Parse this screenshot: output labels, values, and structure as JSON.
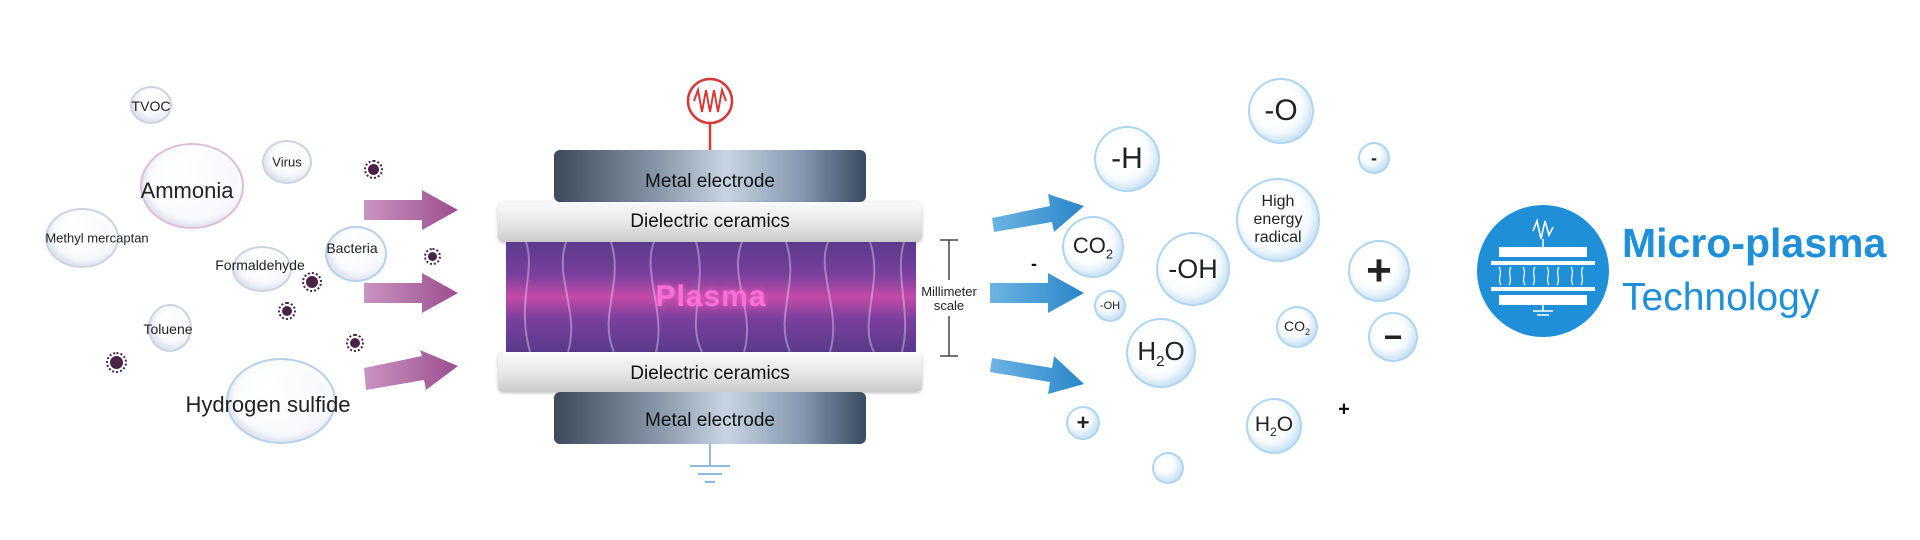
{
  "pollutants": {
    "tvoc": "TVOC",
    "virus": "Virus",
    "ammonia": "Ammonia",
    "methyl_mercaptan": "Methyl mercaptan",
    "bacteria": "Bacteria",
    "formaldehyde": "Formaldehyde",
    "toluene": "Toluene",
    "hydrogen_sulfide": "Hydrogen sulfide"
  },
  "reactor": {
    "top_electrode": "Metal electrode",
    "top_ceramic": "Dielectric ceramics",
    "plasma": "Plasma",
    "bottom_ceramic": "Dielectric ceramics",
    "bottom_electrode": "Metal electrode",
    "scale_line1": "Millimeter",
    "scale_line2": "scale"
  },
  "products": {
    "o": "-O",
    "h": "-H",
    "co2_large": "CO",
    "co2_large_sub": "2",
    "oh_large": "-OH",
    "oh_small": "-OH",
    "h2o_large": "H",
    "h2o_large_sub": "2",
    "h2o_large_tail": "O",
    "high_energy_line1": "High energy",
    "high_energy_line2": "radical",
    "co2_small": "CO",
    "co2_small_sub": "2",
    "h2o_small": "H",
    "h2o_small_sub": "2",
    "h2o_small_tail": "O",
    "plus_large": "+",
    "minus_large": "−",
    "minus_small_1": "-",
    "minus_small_2": "-",
    "plus_small_1": "+",
    "plus_small_2": "+"
  },
  "logo": {
    "line1": "Micro-plasma",
    "line2": "Technology",
    "brand_color": "#1f8fd8"
  },
  "colors": {
    "inflow_arrow": "#9c4e8f",
    "outflow_arrow": "#2a86c7",
    "plasma": "#c44aa8",
    "source_symbol": "#d33a3a"
  }
}
